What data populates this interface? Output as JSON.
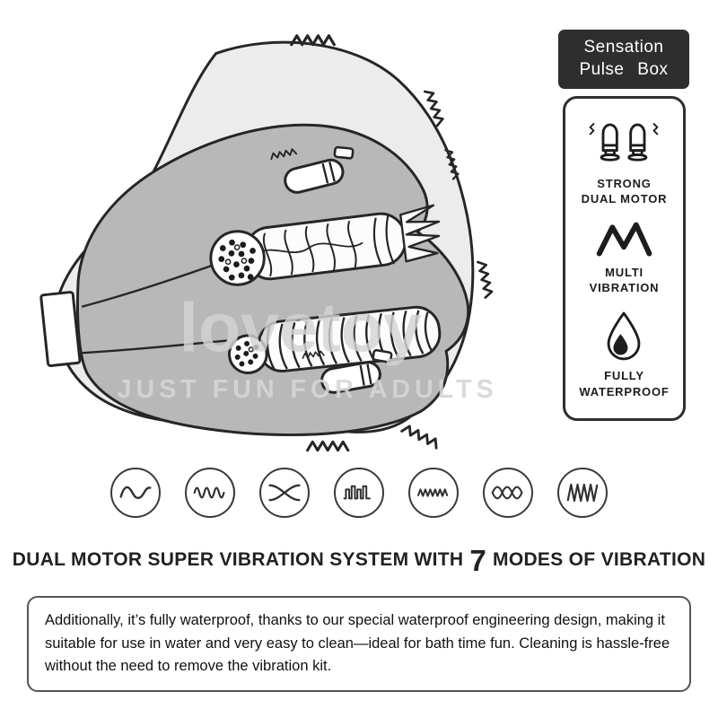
{
  "panel": {
    "title_line1": "Sensation",
    "title_line2": "Pulse Box",
    "features": [
      {
        "icon": "dual-motor-icon",
        "line1": "STRONG",
        "line2": "DUAL MOTOR"
      },
      {
        "icon": "multi-vibration-icon",
        "line1": "MULTI",
        "line2": "VIBRATION"
      },
      {
        "icon": "waterproof-icon",
        "line1": "FULLY",
        "line2": "WATERPROOF"
      }
    ]
  },
  "watermark": {
    "brand": "lovetoy",
    "tagline": "JUST FUN FOR ADULTS"
  },
  "modes": {
    "count": "7",
    "icons": [
      "sine-wave-icon",
      "double-sine-wave-icon",
      "crossing-waves-icon",
      "pulse-step-icon",
      "dense-zigzag-icon",
      "overlapping-waves-icon",
      "peak-zigzag-icon"
    ]
  },
  "headline": {
    "prefix": "DUAL MOTOR SUPER VIBRATION SYSTEM WITH",
    "number": "7",
    "suffix": "MODES OF VIBRATION"
  },
  "description": {
    "text": "Additionally, it’s fully waterproof, thanks to our special waterproof engineering design, making it suitable for use in water and very easy to clean—ideal for bath time fun. Cleaning is hassle-free without the need to remove the vibration kit."
  },
  "colors": {
    "outline": "#262626",
    "product_front": "#b8b8b8",
    "product_shell": "#ececec",
    "panel_header_bg": "#2e2e2e",
    "text": "#1c1c1c"
  }
}
